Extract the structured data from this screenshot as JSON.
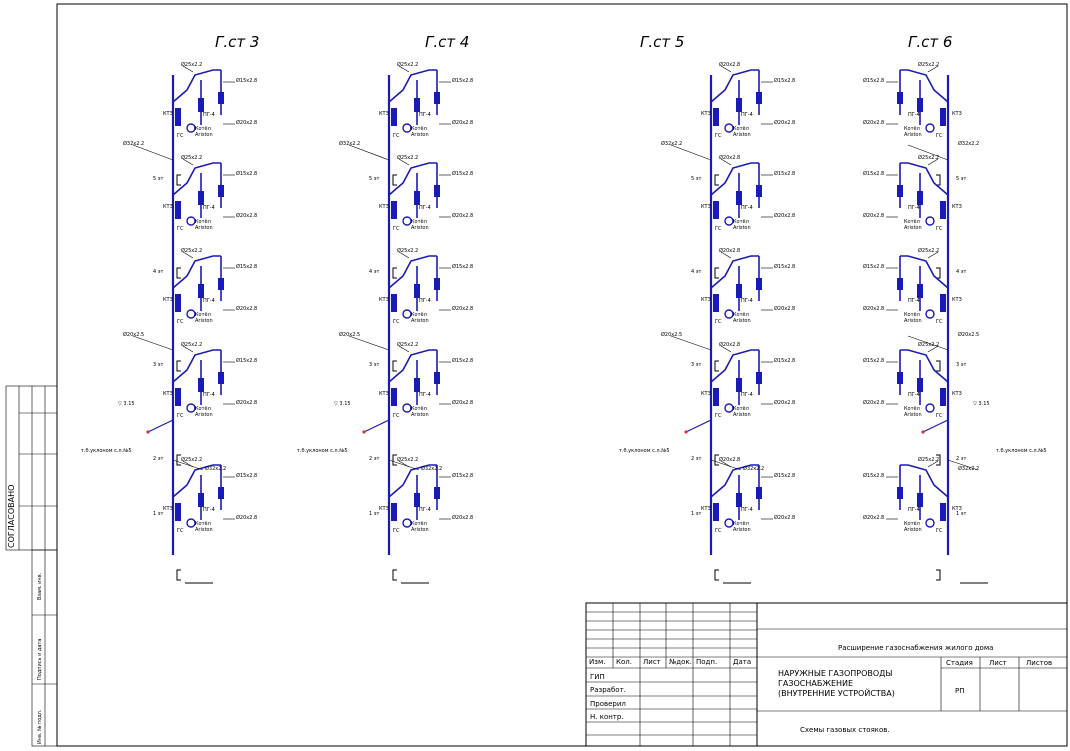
{
  "risers": [
    {
      "title": "Г.ст 3",
      "floors": [
        "5 эт",
        "4 эт",
        "3 эт",
        "2 эт",
        "1 эт"
      ],
      "pipe_top": "Ø25х2.2",
      "pipe_mid": "Ø32х2.2",
      "pipe_low": "Ø20х2.5",
      "pipe_bottom": "Ø32х2.2",
      "dev_pipe": "Ø15х2.8",
      "dev_pipe2": "Ø20х2.8",
      "kts": "КТЗ",
      "gs": "ГС",
      "pg": "ПГ-4",
      "kotel": "Котёл",
      "ariston": "Ariston",
      "level": "▽ 3.15",
      "entry": "т.б.уклоном с.л.№5"
    },
    {
      "title": "Г.ст 4",
      "floors": [
        "5 эт",
        "4 эт",
        "3 эт",
        "2 эт",
        "1 эт"
      ],
      "pipe_top": "Ø25х2.2",
      "pipe_mid": "Ø32х2.2",
      "pipe_low": "Ø20х2.5",
      "pipe_bottom": "Ø32х2.2",
      "dev_pipe": "Ø15х2.8",
      "dev_pipe2": "Ø20х2.8",
      "kts": "КТЗ",
      "gs": "ГС",
      "pg": "ПГ-4",
      "kotel": "Котёл",
      "ariston": "Ariston",
      "level": "▽ 3.15",
      "entry": "т.б.уклоном с.л.№5"
    },
    {
      "title": "Г.ст 5",
      "floors": [
        "5 эт",
        "4 эт",
        "3 эт",
        "2 эт",
        "1 эт"
      ],
      "pipe_top": "Ø20х2.8",
      "pipe_mid": "Ø32х2.2",
      "pipe_low": "Ø20х2.5",
      "pipe_bottom": "Ø32х2.2",
      "dev_pipe": "Ø15х2.8",
      "dev_pipe2": "Ø20х2.8",
      "kts": "КТЗ",
      "gs": "ГС",
      "pg": "ПГ-4",
      "kotel": "Котёл",
      "ariston": "Ariston",
      "level": "",
      "entry": "т.б.уклоном с.л.№5"
    },
    {
      "title": "Г.ст 6",
      "floors": [
        "5 эт",
        "4 эт",
        "3 эт",
        "2 эт",
        "1 эт"
      ],
      "pipe_top": "Ø25х2.2",
      "pipe_mid": "Ø32х2.2",
      "pipe_low": "Ø20х2.5",
      "pipe_bottom": "Ø32х2.2",
      "dev_pipe": "Ø15х2.8",
      "dev_pipe2": "Ø20х2.8",
      "kts": "КТЗ",
      "gs": "ГС",
      "pg": "ПГ-4",
      "kotel": "Котёл",
      "ariston": "Ariston",
      "level": "▽ 3.15",
      "entry": "т.б.уклоном с.л.№5"
    }
  ],
  "side_stamp": {
    "agreed": "СОГЛАСОВАНО",
    "rows": [
      "Взам. инв.",
      "Подпись и дата",
      "Инв. № подл."
    ]
  },
  "title_block": {
    "headers": [
      "Изм.",
      "Кол.",
      "Лист",
      "№док.",
      "Подп.",
      "Дата"
    ],
    "roles": [
      "ГИП",
      "Разработ.",
      "Проверил",
      "Н. контр."
    ],
    "project": "Расширение газоснабжения жилого дома",
    "doc_title": [
      "НАРУЖНЫЕ ГАЗОПРОВОДЫ",
      "ГАЗОСНАБЖЕНИЕ",
      "(ВНУТРЕННИЕ УСТРОЙСТВА)"
    ],
    "stage_label": "Стадия",
    "sheet_label": "Лист",
    "sheets_label": "Листов",
    "stage": "РП",
    "sheet_name": "Схемы газовых стояков."
  }
}
